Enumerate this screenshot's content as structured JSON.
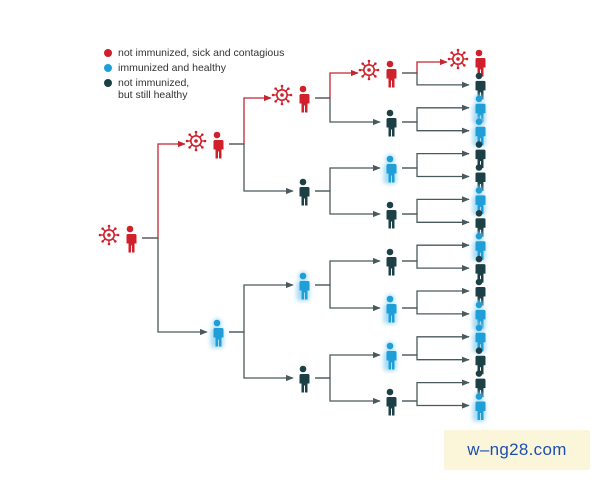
{
  "colors": {
    "sick": "#d0202b",
    "immunized": "#1f9ed8",
    "immunized_glow": "#9fd8f3",
    "not_immunized": "#1c4045",
    "arrow_red": "#c42531",
    "arrow_gray": "#4a5a5c"
  },
  "legend": [
    {
      "label": "not immunized, sick and contagious",
      "status": "sick"
    },
    {
      "label": "immunized and healthy",
      "status": "immunized"
    },
    {
      "label_line1": "not immunized,",
      "label_line2": "but still healthy",
      "status": "not_immunized"
    }
  ],
  "tree": {
    "generation_0": [
      "sick"
    ],
    "generation_1": [
      "sick",
      "immunized"
    ],
    "generation_2": [
      "sick",
      "not_immunized",
      "immunized",
      "not_immunized"
    ],
    "generation_3": [
      "sick",
      "not_immunized",
      "immunized",
      "not_immunized",
      "not_immunized",
      "immunized",
      "immunized",
      "not_immunized"
    ],
    "generation_4": [
      "sick",
      "not_immunized",
      "immunized",
      "immunized",
      "not_immunized",
      "not_immunized",
      "immunized",
      "not_immunized",
      "immunized",
      "not_immunized",
      "not_immunized",
      "immunized",
      "immunized",
      "not_immunized",
      "not_immunized",
      "immunized"
    ]
  },
  "icons": {
    "person": "person-icon",
    "virus": "virus-icon"
  },
  "watermark": "w–ng28.com"
}
